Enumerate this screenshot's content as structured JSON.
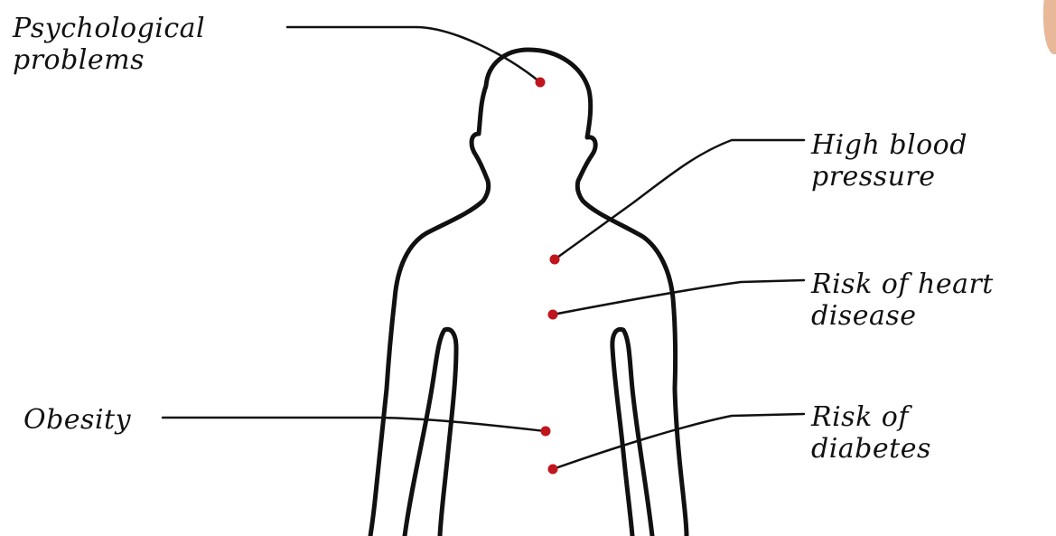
{
  "labels": {
    "psychological": "Psychological\nproblems",
    "blood_pressure": "High blood\npressure",
    "heart": "Risk of heart\ndisease",
    "obesity": "Obesity",
    "diabetes": "Risk of\ndiabetes"
  },
  "colors": {
    "outline": "#111111",
    "marker": "#c0151c",
    "background": "#ffffff"
  }
}
